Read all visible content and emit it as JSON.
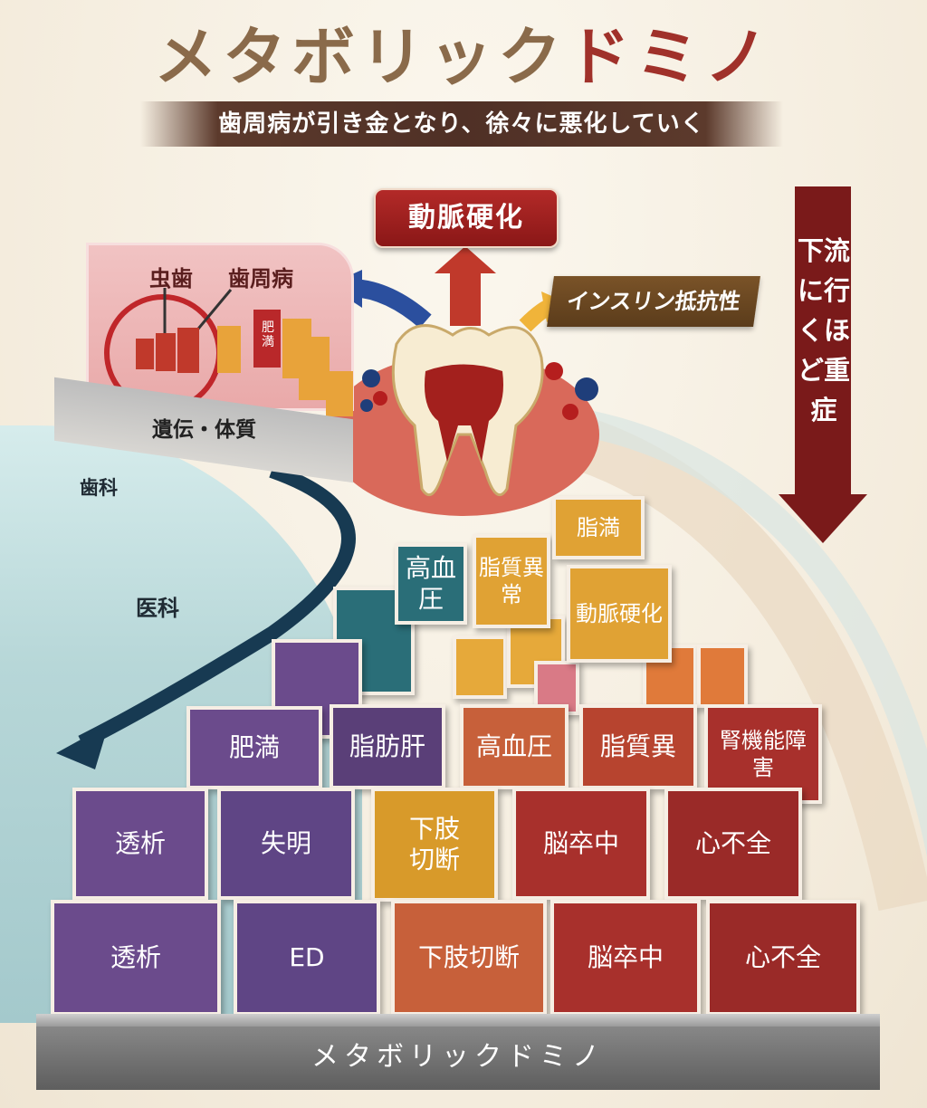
{
  "title": {
    "part1": "メタボリック",
    "part2": "ドミノ"
  },
  "subtitle": "歯周病が引き金となり、徐々に悪化していく",
  "top_box": "動脈硬化",
  "insulin_box": "インスリン抵抗性",
  "right_arrow_text": "下流に行くほど重症",
  "panel": {
    "label1": "虫歯",
    "label2": "歯周病",
    "small_tile": "肥満"
  },
  "labels": {
    "heredity": "遺伝・体質",
    "dental": "歯科",
    "medical": "医科"
  },
  "upper_tiles": [
    "高血圧",
    "脂質異常",
    "脂満",
    "動脈硬化"
  ],
  "row3": [
    "肥満",
    "脂肪肝",
    "高血圧",
    "脂質異",
    "腎機能障害"
  ],
  "row2": [
    "透析",
    "失明",
    "下肢切断",
    "脳卒中",
    "心不全"
  ],
  "row1": [
    "透析",
    "ED",
    "下肢切断",
    "脳卒中",
    "心不全"
  ],
  "base_label": "メタボリックドミノ",
  "colors": {
    "purple": "#6b4b8c",
    "teal": "#2a6e78",
    "yellow": "#d89a2a",
    "orange": "#c7603a",
    "red": "#a8302c",
    "dark_red": "#8e1f1f"
  }
}
